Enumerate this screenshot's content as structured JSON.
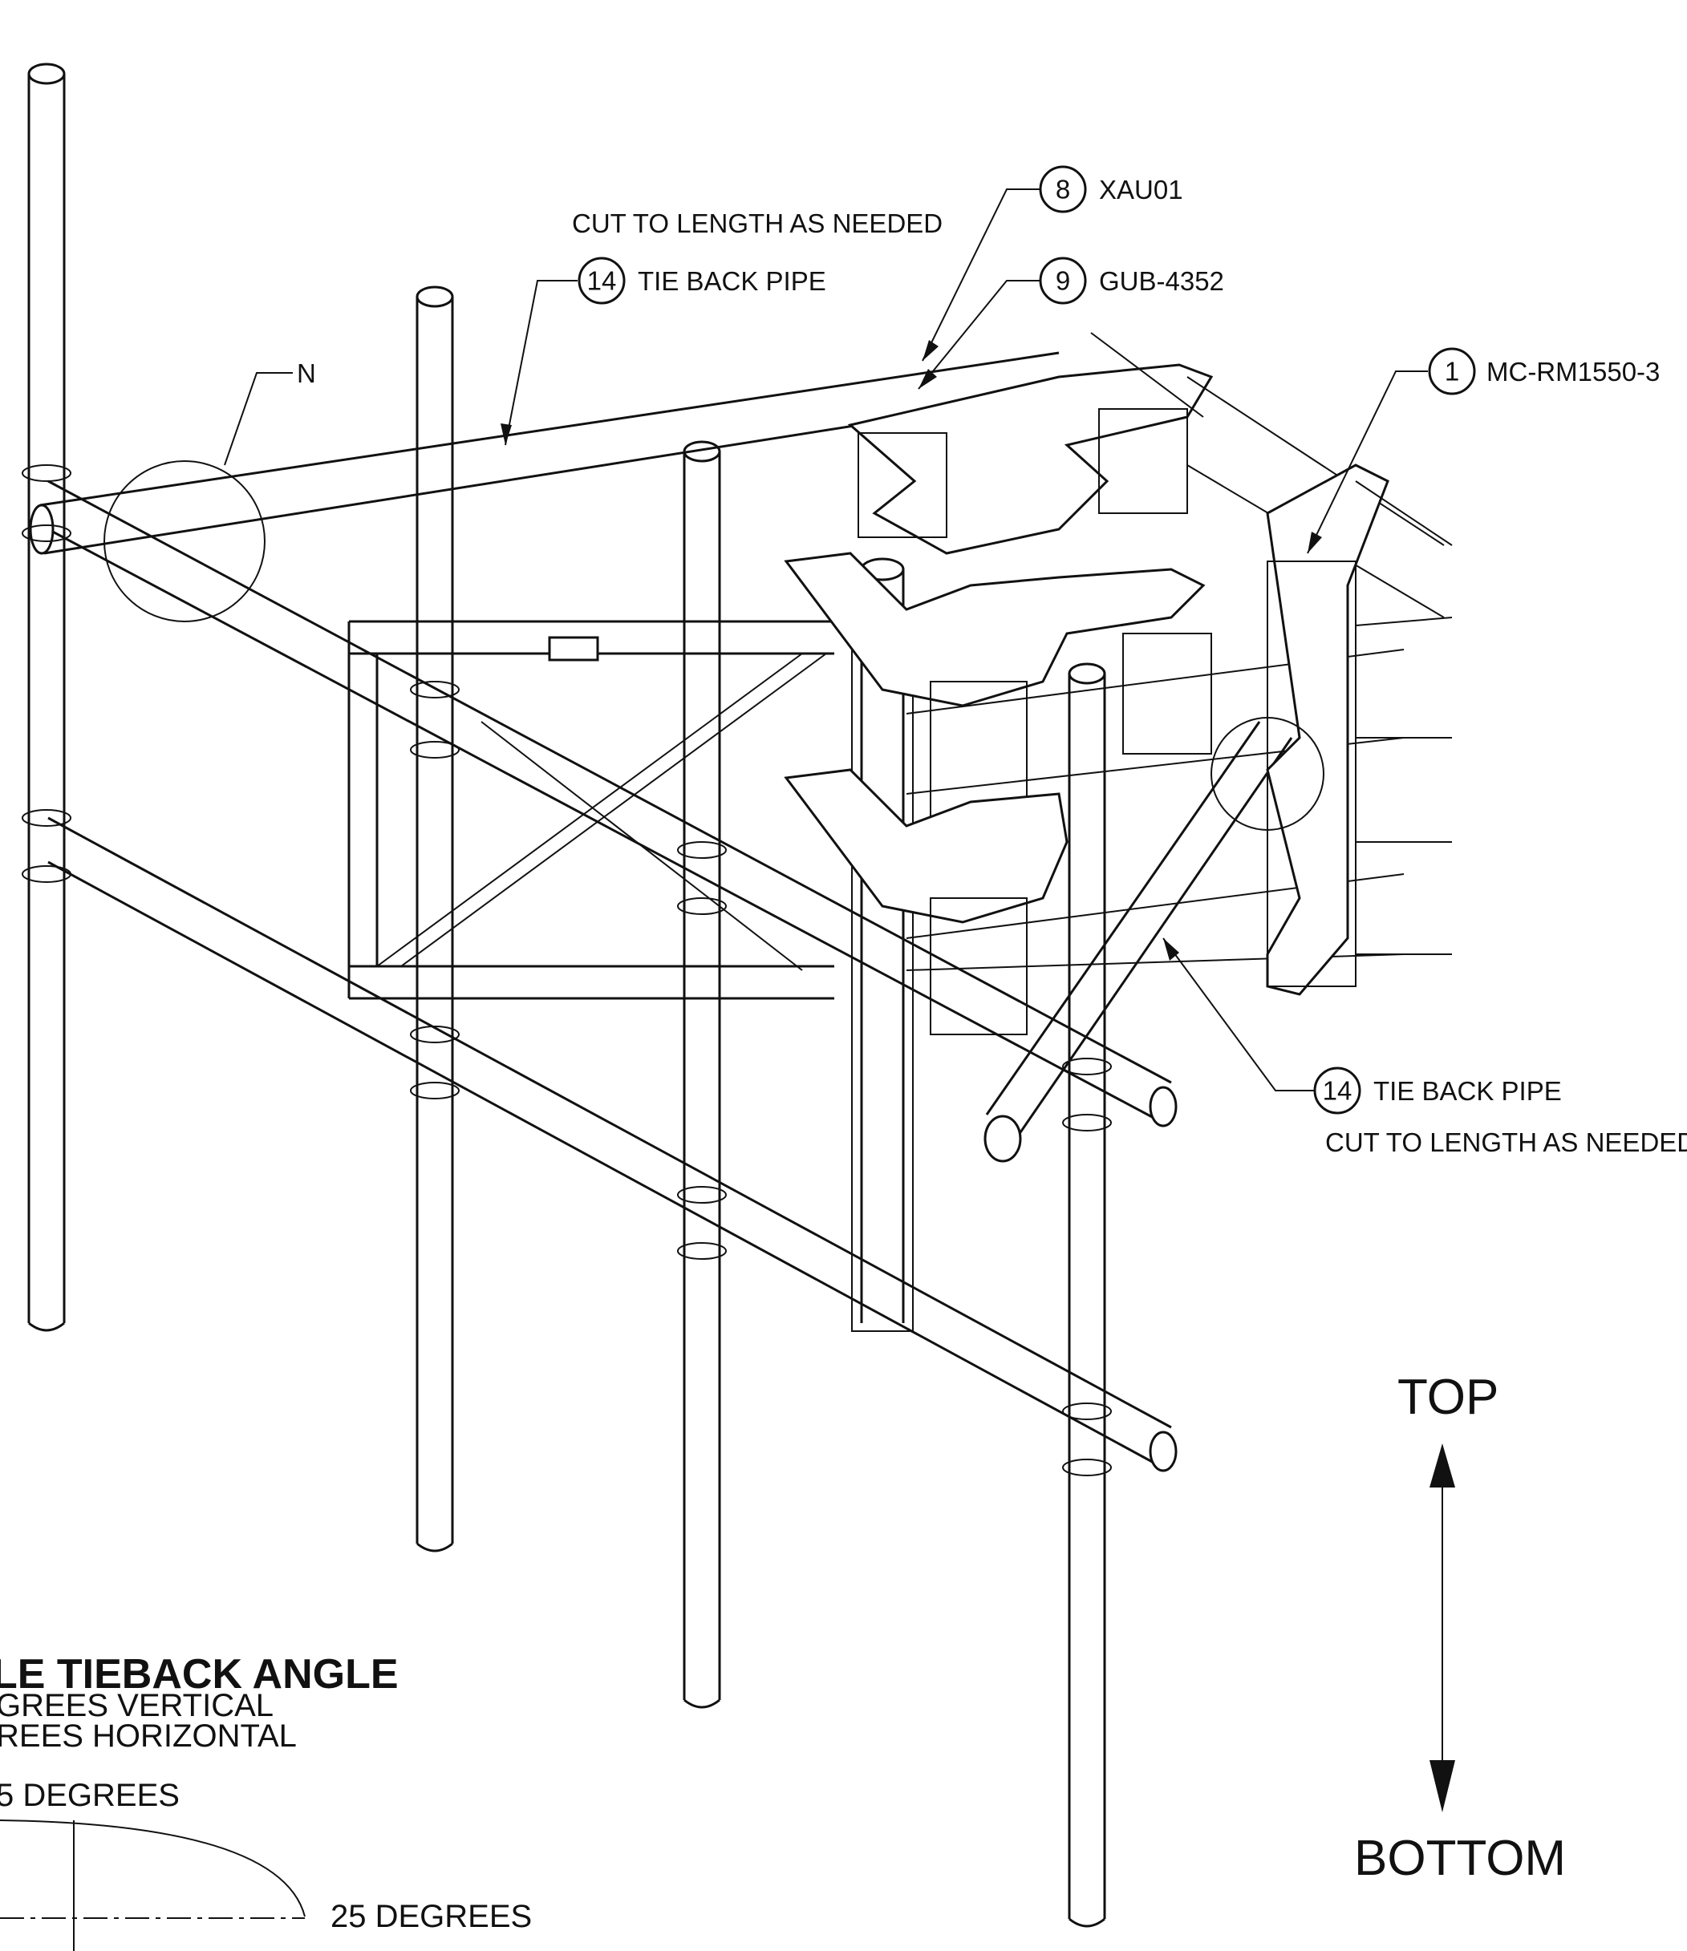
{
  "callouts": {
    "note_top": "CUT TO LENGTH AS NEEDED",
    "tie_back_top": {
      "number": "14",
      "text": "TIE BACK PIPE"
    },
    "xau": {
      "number": "8",
      "text": "XAU01"
    },
    "gub": {
      "number": "9",
      "text": "GUB-4352"
    },
    "mount": {
      "number": "1",
      "text": "MC-RM1550-3"
    },
    "detail_n": "N",
    "tie_back_bottom": {
      "number": "14",
      "text": "TIE BACK PIPE"
    },
    "note_bottom": "CUT TO LENGTH AS NEEDED"
  },
  "orientation": {
    "top": "TOP",
    "bottom": "BOTTOM"
  },
  "legend": {
    "title": "LE TIEBACK ANGLE",
    "line1": "GREES VERTICAL",
    "line2": "REES HORIZONTAL",
    "angle_left": "5 DEGREES",
    "angle_right": "25 DEGREES"
  }
}
